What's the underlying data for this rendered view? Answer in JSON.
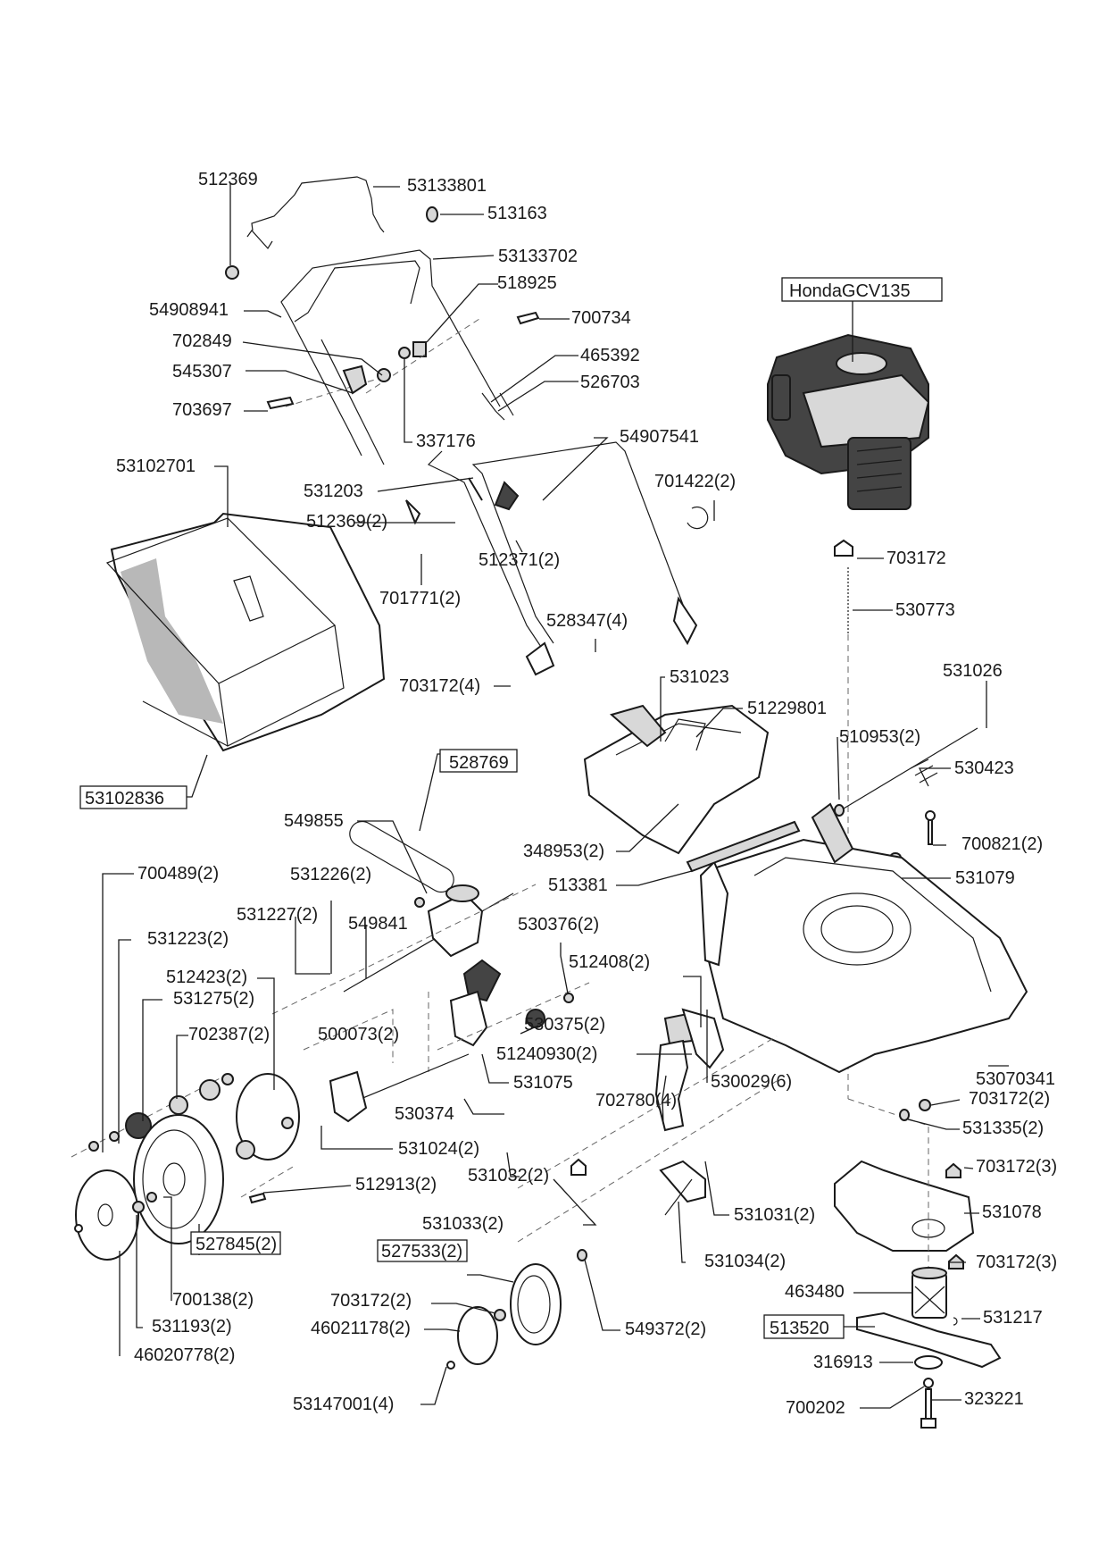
{
  "diagram": {
    "title": "Lawn mower exploded parts diagram",
    "engine_label": "HondaGCV135",
    "labels": [
      {
        "id": "l1",
        "text": "512369"
      },
      {
        "id": "l2",
        "text": "53133801"
      },
      {
        "id": "l3",
        "text": "513163"
      },
      {
        "id": "l4",
        "text": "53133702"
      },
      {
        "id": "l5",
        "text": "518925"
      },
      {
        "id": "l6",
        "text": "54908941"
      },
      {
        "id": "l7",
        "text": "700734"
      },
      {
        "id": "l8",
        "text": "702849"
      },
      {
        "id": "l9",
        "text": "465392"
      },
      {
        "id": "l10",
        "text": "545307"
      },
      {
        "id": "l11",
        "text": "526703"
      },
      {
        "id": "l12",
        "text": "703697"
      },
      {
        "id": "l13",
        "text": "337176"
      },
      {
        "id": "l14",
        "text": "54907541"
      },
      {
        "id": "l15",
        "text": "53102701"
      },
      {
        "id": "l16",
        "text": "531203"
      },
      {
        "id": "l17",
        "text": "701422(2)"
      },
      {
        "id": "l18",
        "text": "512369(2)"
      },
      {
        "id": "l19",
        "text": "512371(2)"
      },
      {
        "id": "l20",
        "text": "703172"
      },
      {
        "id": "l21",
        "text": "701771(2)"
      },
      {
        "id": "l22",
        "text": "530773"
      },
      {
        "id": "l23",
        "text": "528347(4)"
      },
      {
        "id": "l24",
        "text": "531023"
      },
      {
        "id": "l25",
        "text": "531026"
      },
      {
        "id": "l26",
        "text": "703172(4)"
      },
      {
        "id": "l27",
        "text": "51229801"
      },
      {
        "id": "l28",
        "text": "510953(2)"
      },
      {
        "id": "l29",
        "text": "528769"
      },
      {
        "id": "l30",
        "text": "530423"
      },
      {
        "id": "l31",
        "text": "53102836"
      },
      {
        "id": "l32",
        "text": "549855"
      },
      {
        "id": "l33",
        "text": "348953(2)"
      },
      {
        "id": "l34",
        "text": "700821(2)"
      },
      {
        "id": "l35",
        "text": "700489(2)"
      },
      {
        "id": "l36",
        "text": "531226(2)"
      },
      {
        "id": "l37",
        "text": "513381"
      },
      {
        "id": "l38",
        "text": "531079"
      },
      {
        "id": "l39",
        "text": "531227(2)"
      },
      {
        "id": "l40",
        "text": "549841"
      },
      {
        "id": "l41",
        "text": "531223(2)"
      },
      {
        "id": "l42",
        "text": "530376(2)"
      },
      {
        "id": "l43",
        "text": "512423(2)"
      },
      {
        "id": "l44",
        "text": "512408(2)"
      },
      {
        "id": "l45",
        "text": "531275(2)"
      },
      {
        "id": "l46",
        "text": "500073(2)"
      },
      {
        "id": "l47",
        "text": "530375(2)"
      },
      {
        "id": "l48",
        "text": "702387(2)"
      },
      {
        "id": "l49",
        "text": "51240930(2)"
      },
      {
        "id": "l50",
        "text": "531075"
      },
      {
        "id": "l51",
        "text": "530029(6)"
      },
      {
        "id": "l52",
        "text": "53070341"
      },
      {
        "id": "l53",
        "text": "702780(4)"
      },
      {
        "id": "l54",
        "text": "530374"
      },
      {
        "id": "l55",
        "text": "703172(2)"
      },
      {
        "id": "l56",
        "text": "531335(2)"
      },
      {
        "id": "l57",
        "text": "531024(2)"
      },
      {
        "id": "l58",
        "text": "531032(2)"
      },
      {
        "id": "l59",
        "text": "703172(3)"
      },
      {
        "id": "l60",
        "text": "512913(2)"
      },
      {
        "id": "l61",
        "text": "531078"
      },
      {
        "id": "l62",
        "text": "531031(2)"
      },
      {
        "id": "l63",
        "text": "531033(2)"
      },
      {
        "id": "l64",
        "text": "527845(2)"
      },
      {
        "id": "l65",
        "text": "527533(2)"
      },
      {
        "id": "l66",
        "text": "531034(2)"
      },
      {
        "id": "l67",
        "text": "703172(3)"
      },
      {
        "id": "l68",
        "text": "700138(2)"
      },
      {
        "id": "l69",
        "text": "703172(2)"
      },
      {
        "id": "l70",
        "text": "463480"
      },
      {
        "id": "l71",
        "text": "531193(2)"
      },
      {
        "id": "l72",
        "text": "46021178(2)"
      },
      {
        "id": "l73",
        "text": "549372(2)"
      },
      {
        "id": "l74",
        "text": "531217"
      },
      {
        "id": "l75",
        "text": "46020778(2)"
      },
      {
        "id": "l76",
        "text": "513520"
      },
      {
        "id": "l77",
        "text": "316913"
      },
      {
        "id": "l78",
        "text": "53147001(4)"
      },
      {
        "id": "l79",
        "text": "700202"
      },
      {
        "id": "l80",
        "text": "323221"
      }
    ]
  }
}
